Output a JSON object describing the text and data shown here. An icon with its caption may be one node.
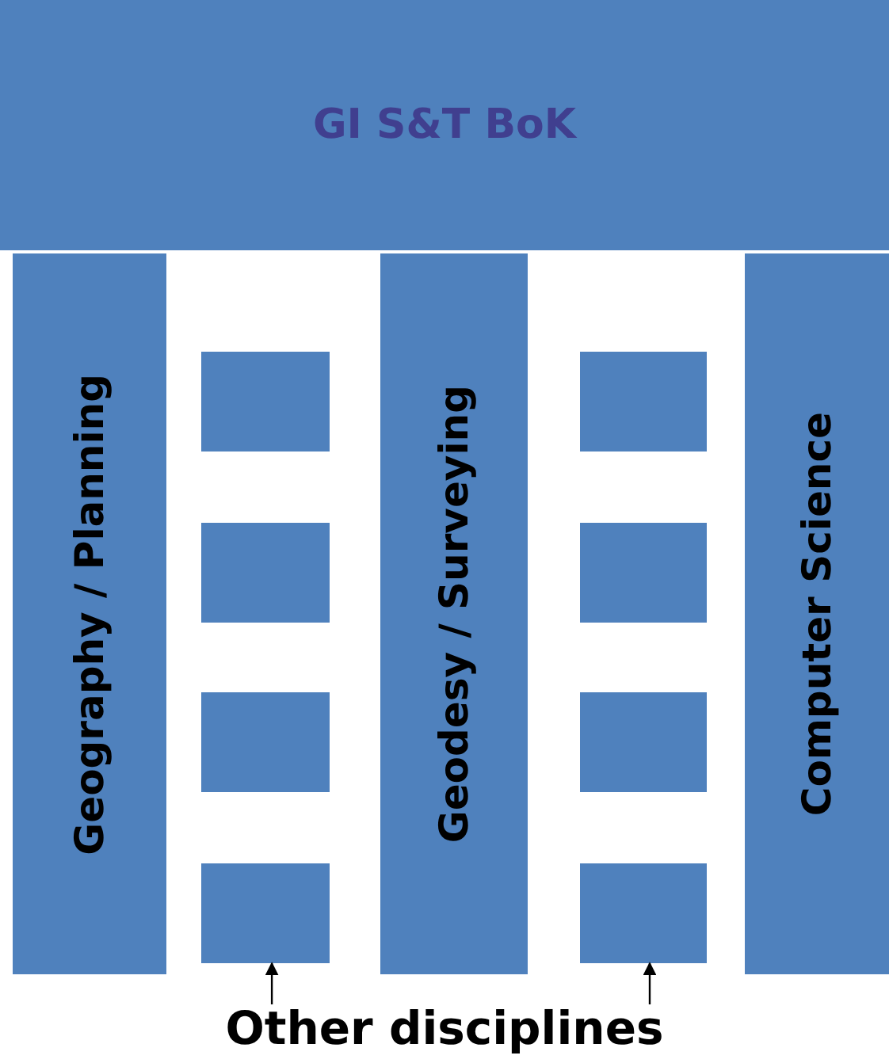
{
  "diagram": {
    "nodes": [
      {
        "text": [
          "GI S&T BoK"
        ]
      },
      {
        "text": [
          "Geography / Planning"
        ]
      },
      {
        "text": [
          "Geodesy / Surveying"
        ]
      },
      {
        "text": [
          "Computer Science"
        ]
      },
      {
        "text": [],
        "shape": "box"
      },
      {
        "text": [],
        "shape": "box"
      },
      {
        "text": [],
        "shape": "box"
      },
      {
        "text": [],
        "shape": "box"
      },
      {
        "text": [],
        "shape": "box"
      },
      {
        "text": [],
        "shape": "box"
      },
      {
        "text": [],
        "shape": "box"
      },
      {
        "text": [],
        "shape": "box"
      },
      {
        "text": [
          "Other disciplines"
        ]
      }
    ],
    "edges": [
      {
        "from": 12,
        "to": 7,
        "arrow": "to"
      },
      {
        "from": 12,
        "to": 11,
        "arrow": "to"
      }
    ]
  }
}
